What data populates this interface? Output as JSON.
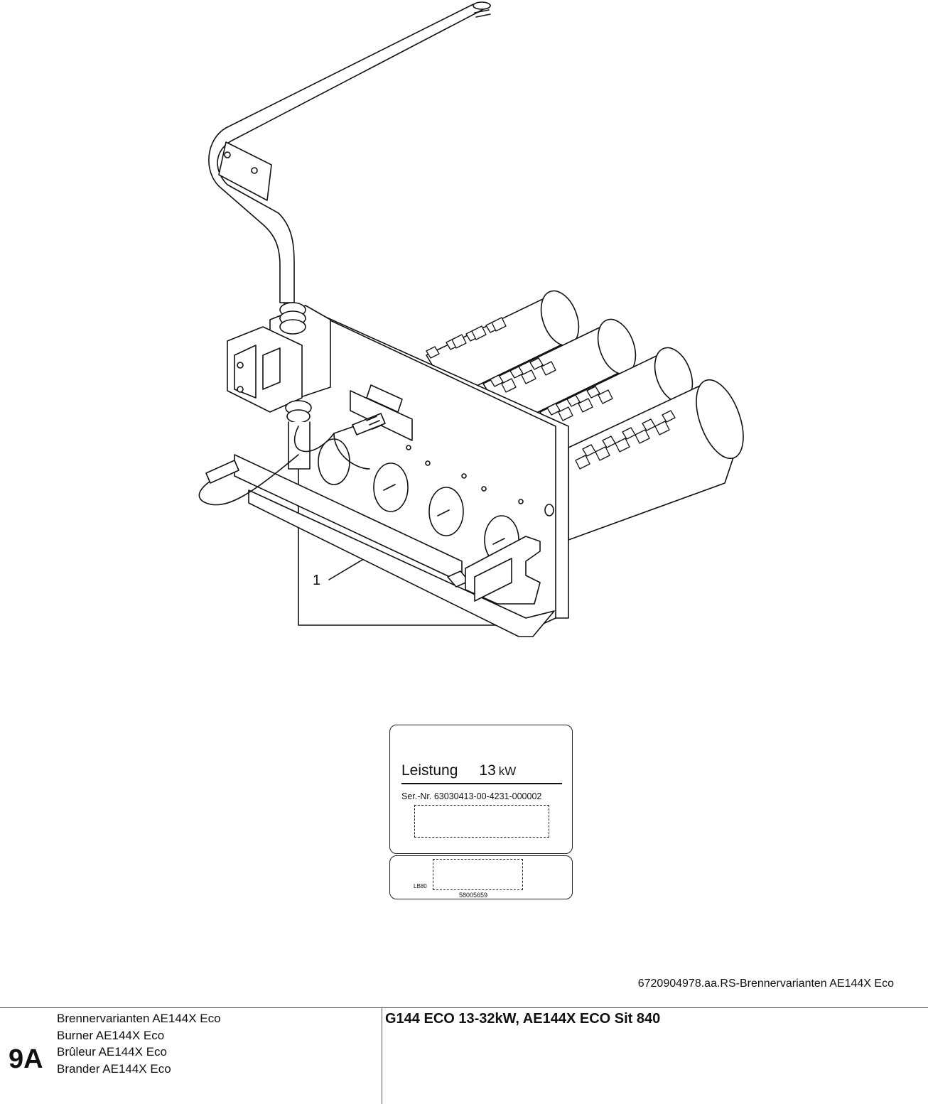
{
  "diagram": {
    "callout_label": "1"
  },
  "rating_label": {
    "leistung_label": "Leistung",
    "leistung_value": "13",
    "leistung_unit": "kW",
    "serial": "Ser.-Nr. 63030413-00-4231-000002",
    "lb_code": "LB80",
    "part_code": "58005659"
  },
  "figure_reference": "6720904978.aa.RS-Brennervarianten AE144X Eco",
  "footer": {
    "section_number": "9A",
    "titles": [
      "Brennervarianten AE144X Eco",
      "Burner AE144X Eco",
      "Brûleur AE144X Eco",
      "Brander AE144X Eco"
    ],
    "model": "G144 ECO 13-32kW, AE144X ECO Sit 840"
  }
}
